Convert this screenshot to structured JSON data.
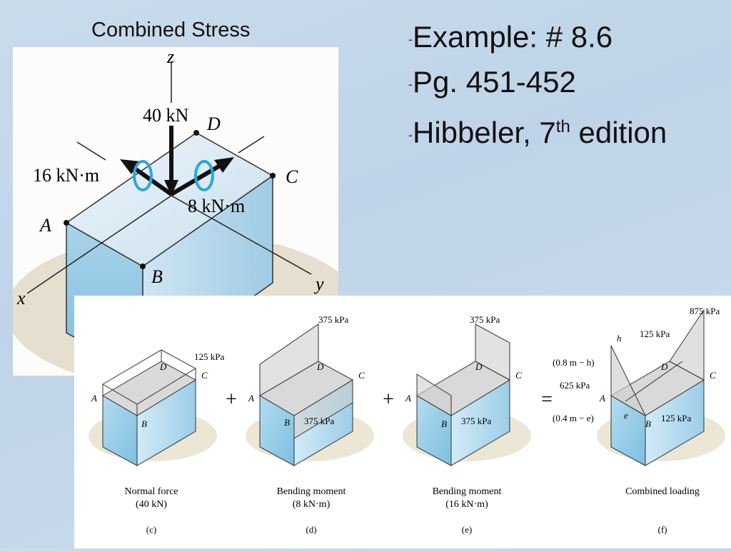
{
  "slide": {
    "title": "Combined Stress",
    "bullets": [
      {
        "dash": "-",
        "text": "Example: # 8.6"
      },
      {
        "dash": "-",
        "text": "Pg. 451-452"
      },
      {
        "dash": "-",
        "text": "Hibbeler, 7",
        "sup": "th",
        "after": " edition"
      }
    ]
  },
  "top_figure": {
    "axis_z": "z",
    "axis_x": "x",
    "axis_y": "y",
    "force": "40 kN",
    "moment_x": "16 kN·m",
    "moment_y": "8 kN·m",
    "corners": {
      "a": "A",
      "b": "B",
      "c": "C",
      "d": "D"
    },
    "arrow_color": "#2aa7dc"
  },
  "bottom_figure": {
    "panels": [
      {
        "caption_line1": "Normal force",
        "caption_line2": "(40 kN)",
        "letter": "(c)",
        "top_label": "125 kPa",
        "corner_a": "A",
        "corner_b": "B",
        "corner_c": "C",
        "corner_d": "D"
      },
      {
        "caption_line1": "Bending moment",
        "caption_line2": "(8 kN·m)",
        "letter": "(d)",
        "top_label": "375 kPa",
        "bottom_label": "375 kPa",
        "corner_a": "A",
        "corner_b": "B",
        "corner_c": "C",
        "corner_d": "D"
      },
      {
        "caption_line1": "Bending moment",
        "caption_line2": "(16 kN·m)",
        "letter": "(e)",
        "top_label": "375 kPa",
        "bottom_label": "375 kPa",
        "corner_a": "A",
        "corner_b": "B",
        "corner_c": "C",
        "corner_d": "D"
      },
      {
        "caption_line1": "Combined loading",
        "caption_line2": "",
        "letter": "(f)",
        "top_label": "875 kPa",
        "mid_label": "125 kPa",
        "left_label": "625 kPa",
        "bottom_label": "125 kPa",
        "h_label": "h",
        "e_label": "e",
        "dim1": "(0.8 m − h)",
        "dim2": "(0.4 m − e)",
        "corner_a": "A",
        "corner_b": "B",
        "corner_c": "C",
        "corner_d": "D"
      }
    ],
    "operators": [
      "+",
      "+",
      "="
    ]
  }
}
